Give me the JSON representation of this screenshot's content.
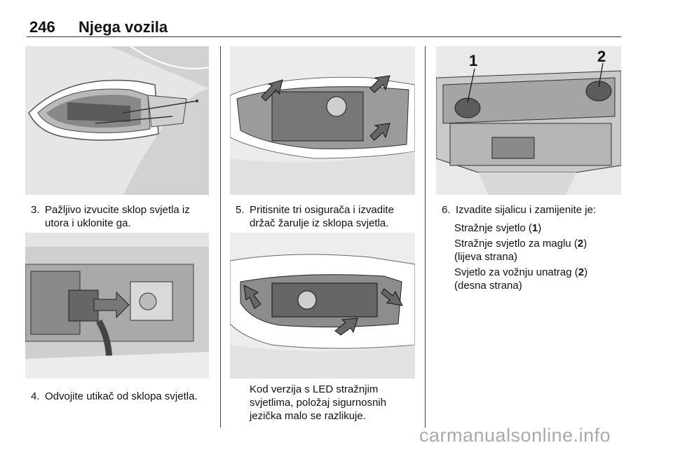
{
  "header": {
    "page_number": "246",
    "section_title": "Njega vozila"
  },
  "col1": {
    "step3_num": "3.",
    "step3_text": "Pažljivo izvucite sklop svjetla iz utora i uklonite ga.",
    "step4_num": "4.",
    "step4_text": "Odvojite utikač od sklopa svjetla."
  },
  "col2": {
    "step5_num": "5.",
    "step5_text": "Pritisnite tri osigurača i izvadite držač žarulje iz sklopa svjetla.",
    "note": "Kod verzija s LED stražnjim svjetlima, položaj sigurnosnih jezička malo se razlikuje."
  },
  "col3": {
    "step6_num": "6.",
    "step6_text": "Izvadite sijalicu i zamijenite je:",
    "item1_a": "Stražnje svjetlo (",
    "item1_b": "1",
    "item1_c": ")",
    "item2_a": "Stražnje svjetlo za maglu (",
    "item2_b": "2",
    "item2_c": ")",
    "item2_d": "(lijeva strana)",
    "item3_a": "Svjetlo za vožnju unatrag (",
    "item3_b": "2",
    "item3_c": ")",
    "item3_d": "(desna strana)",
    "callout1": "1",
    "callout2": "2"
  },
  "watermark": "carmanualsonline.info"
}
